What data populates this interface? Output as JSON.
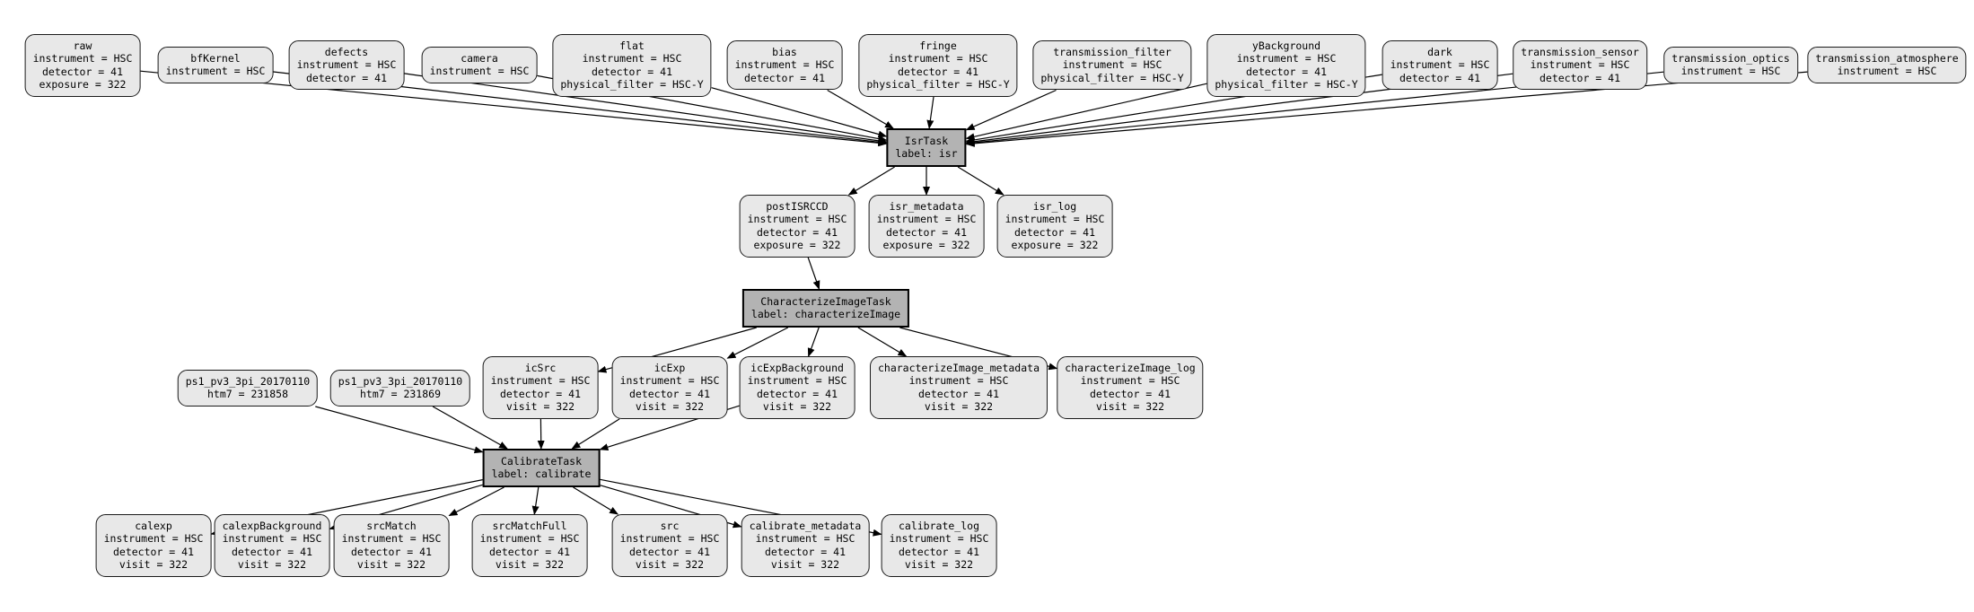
{
  "diagram": {
    "background": "#ffffff",
    "colors": {
      "dataset_fill": "#e8e8e8",
      "task_fill": "#b3b3b3",
      "node_border": "#000000",
      "edge": "#000000",
      "text": "#000000"
    },
    "nodes": {
      "raw": {
        "title": "raw",
        "attrs": [
          "instrument = HSC",
          "detector = 41",
          "exposure = 322"
        ]
      },
      "bfKernel": {
        "title": "bfKernel",
        "attrs": [
          "instrument = HSC"
        ]
      },
      "defects": {
        "title": "defects",
        "attrs": [
          "instrument = HSC",
          "detector = 41"
        ]
      },
      "camera": {
        "title": "camera",
        "attrs": [
          "instrument = HSC"
        ]
      },
      "flat": {
        "title": "flat",
        "attrs": [
          "instrument = HSC",
          "detector = 41",
          "physical_filter = HSC-Y"
        ]
      },
      "bias": {
        "title": "bias",
        "attrs": [
          "instrument = HSC",
          "detector = 41"
        ]
      },
      "fringe": {
        "title": "fringe",
        "attrs": [
          "instrument = HSC",
          "detector = 41",
          "physical_filter = HSC-Y"
        ]
      },
      "transmission_filter": {
        "title": "transmission_filter",
        "attrs": [
          "instrument = HSC",
          "physical_filter = HSC-Y"
        ]
      },
      "yBackground": {
        "title": "yBackground",
        "attrs": [
          "instrument = HSC",
          "detector = 41",
          "physical_filter = HSC-Y"
        ]
      },
      "dark": {
        "title": "dark",
        "attrs": [
          "instrument = HSC",
          "detector = 41"
        ]
      },
      "transmission_sensor": {
        "title": "transmission_sensor",
        "attrs": [
          "instrument = HSC",
          "detector = 41"
        ]
      },
      "transmission_optics": {
        "title": "transmission_optics",
        "attrs": [
          "instrument = HSC"
        ]
      },
      "transmission_atmosphere": {
        "title": "transmission_atmosphere",
        "attrs": [
          "instrument = HSC"
        ]
      },
      "isr": {
        "title": "IsrTask",
        "attrs": [
          "label: isr"
        ]
      },
      "postISRCCD": {
        "title": "postISRCCD",
        "attrs": [
          "instrument = HSC",
          "detector = 41",
          "exposure = 322"
        ]
      },
      "isr_metadata": {
        "title": "isr_metadata",
        "attrs": [
          "instrument = HSC",
          "detector = 41",
          "exposure = 322"
        ]
      },
      "isr_log": {
        "title": "isr_log",
        "attrs": [
          "instrument = HSC",
          "detector = 41",
          "exposure = 322"
        ]
      },
      "characterizeImage": {
        "title": "CharacterizeImageTask",
        "attrs": [
          "label: characterizeImage"
        ]
      },
      "ps1_a": {
        "title": "ps1_pv3_3pi_20170110",
        "attrs": [
          "htm7 = 231858"
        ]
      },
      "ps1_b": {
        "title": "ps1_pv3_3pi_20170110",
        "attrs": [
          "htm7 = 231869"
        ]
      },
      "icSrc": {
        "title": "icSrc",
        "attrs": [
          "instrument = HSC",
          "detector = 41",
          "visit = 322"
        ]
      },
      "icExp": {
        "title": "icExp",
        "attrs": [
          "instrument = HSC",
          "detector = 41",
          "visit = 322"
        ]
      },
      "icExpBackground": {
        "title": "icExpBackground",
        "attrs": [
          "instrument = HSC",
          "detector = 41",
          "visit = 322"
        ]
      },
      "characterizeImage_metadata": {
        "title": "characterizeImage_metadata",
        "attrs": [
          "instrument = HSC",
          "detector = 41",
          "visit = 322"
        ]
      },
      "characterizeImage_log": {
        "title": "characterizeImage_log",
        "attrs": [
          "instrument = HSC",
          "detector = 41",
          "visit = 322"
        ]
      },
      "calibrate": {
        "title": "CalibrateTask",
        "attrs": [
          "label: calibrate"
        ]
      },
      "calexp": {
        "title": "calexp",
        "attrs": [
          "instrument = HSC",
          "detector = 41",
          "visit = 322"
        ]
      },
      "calexpBackground": {
        "title": "calexpBackground",
        "attrs": [
          "instrument = HSC",
          "detector = 41",
          "visit = 322"
        ]
      },
      "srcMatch": {
        "title": "srcMatch",
        "attrs": [
          "instrument = HSC",
          "detector = 41",
          "visit = 322"
        ]
      },
      "srcMatchFull": {
        "title": "srcMatchFull",
        "attrs": [
          "instrument = HSC",
          "detector = 41",
          "visit = 322"
        ]
      },
      "src": {
        "title": "src",
        "attrs": [
          "instrument = HSC",
          "detector = 41",
          "visit = 322"
        ]
      },
      "calibrate_metadata": {
        "title": "calibrate_metadata",
        "attrs": [
          "instrument = HSC",
          "detector = 41",
          "visit = 322"
        ]
      },
      "calibrate_log": {
        "title": "calibrate_log",
        "attrs": [
          "instrument = HSC",
          "detector = 41",
          "visit = 322"
        ]
      }
    },
    "edges": [
      {
        "from": "raw",
        "to": "isr"
      },
      {
        "from": "bfKernel",
        "to": "isr"
      },
      {
        "from": "defects",
        "to": "isr"
      },
      {
        "from": "camera",
        "to": "isr"
      },
      {
        "from": "flat",
        "to": "isr"
      },
      {
        "from": "bias",
        "to": "isr"
      },
      {
        "from": "fringe",
        "to": "isr"
      },
      {
        "from": "transmission_filter",
        "to": "isr"
      },
      {
        "from": "yBackground",
        "to": "isr"
      },
      {
        "from": "dark",
        "to": "isr"
      },
      {
        "from": "transmission_sensor",
        "to": "isr"
      },
      {
        "from": "transmission_optics",
        "to": "isr"
      },
      {
        "from": "transmission_atmosphere",
        "to": "isr"
      },
      {
        "from": "isr",
        "to": "postISRCCD"
      },
      {
        "from": "isr",
        "to": "isr_metadata"
      },
      {
        "from": "isr",
        "to": "isr_log"
      },
      {
        "from": "postISRCCD",
        "to": "characterizeImage"
      },
      {
        "from": "characterizeImage",
        "to": "icSrc"
      },
      {
        "from": "characterizeImage",
        "to": "icExp"
      },
      {
        "from": "characterizeImage",
        "to": "icExpBackground"
      },
      {
        "from": "characterizeImage",
        "to": "characterizeImage_metadata"
      },
      {
        "from": "characterizeImage",
        "to": "characterizeImage_log"
      },
      {
        "from": "ps1_a",
        "to": "calibrate"
      },
      {
        "from": "ps1_b",
        "to": "calibrate"
      },
      {
        "from": "icSrc",
        "to": "calibrate"
      },
      {
        "from": "icExp",
        "to": "calibrate"
      },
      {
        "from": "icExpBackground",
        "to": "calibrate"
      },
      {
        "from": "calibrate",
        "to": "calexp"
      },
      {
        "from": "calibrate",
        "to": "calexpBackground"
      },
      {
        "from": "calibrate",
        "to": "srcMatch"
      },
      {
        "from": "calibrate",
        "to": "srcMatchFull"
      },
      {
        "from": "calibrate",
        "to": "src"
      },
      {
        "from": "calibrate",
        "to": "calibrate_metadata"
      },
      {
        "from": "calibrate",
        "to": "calibrate_log"
      }
    ]
  }
}
